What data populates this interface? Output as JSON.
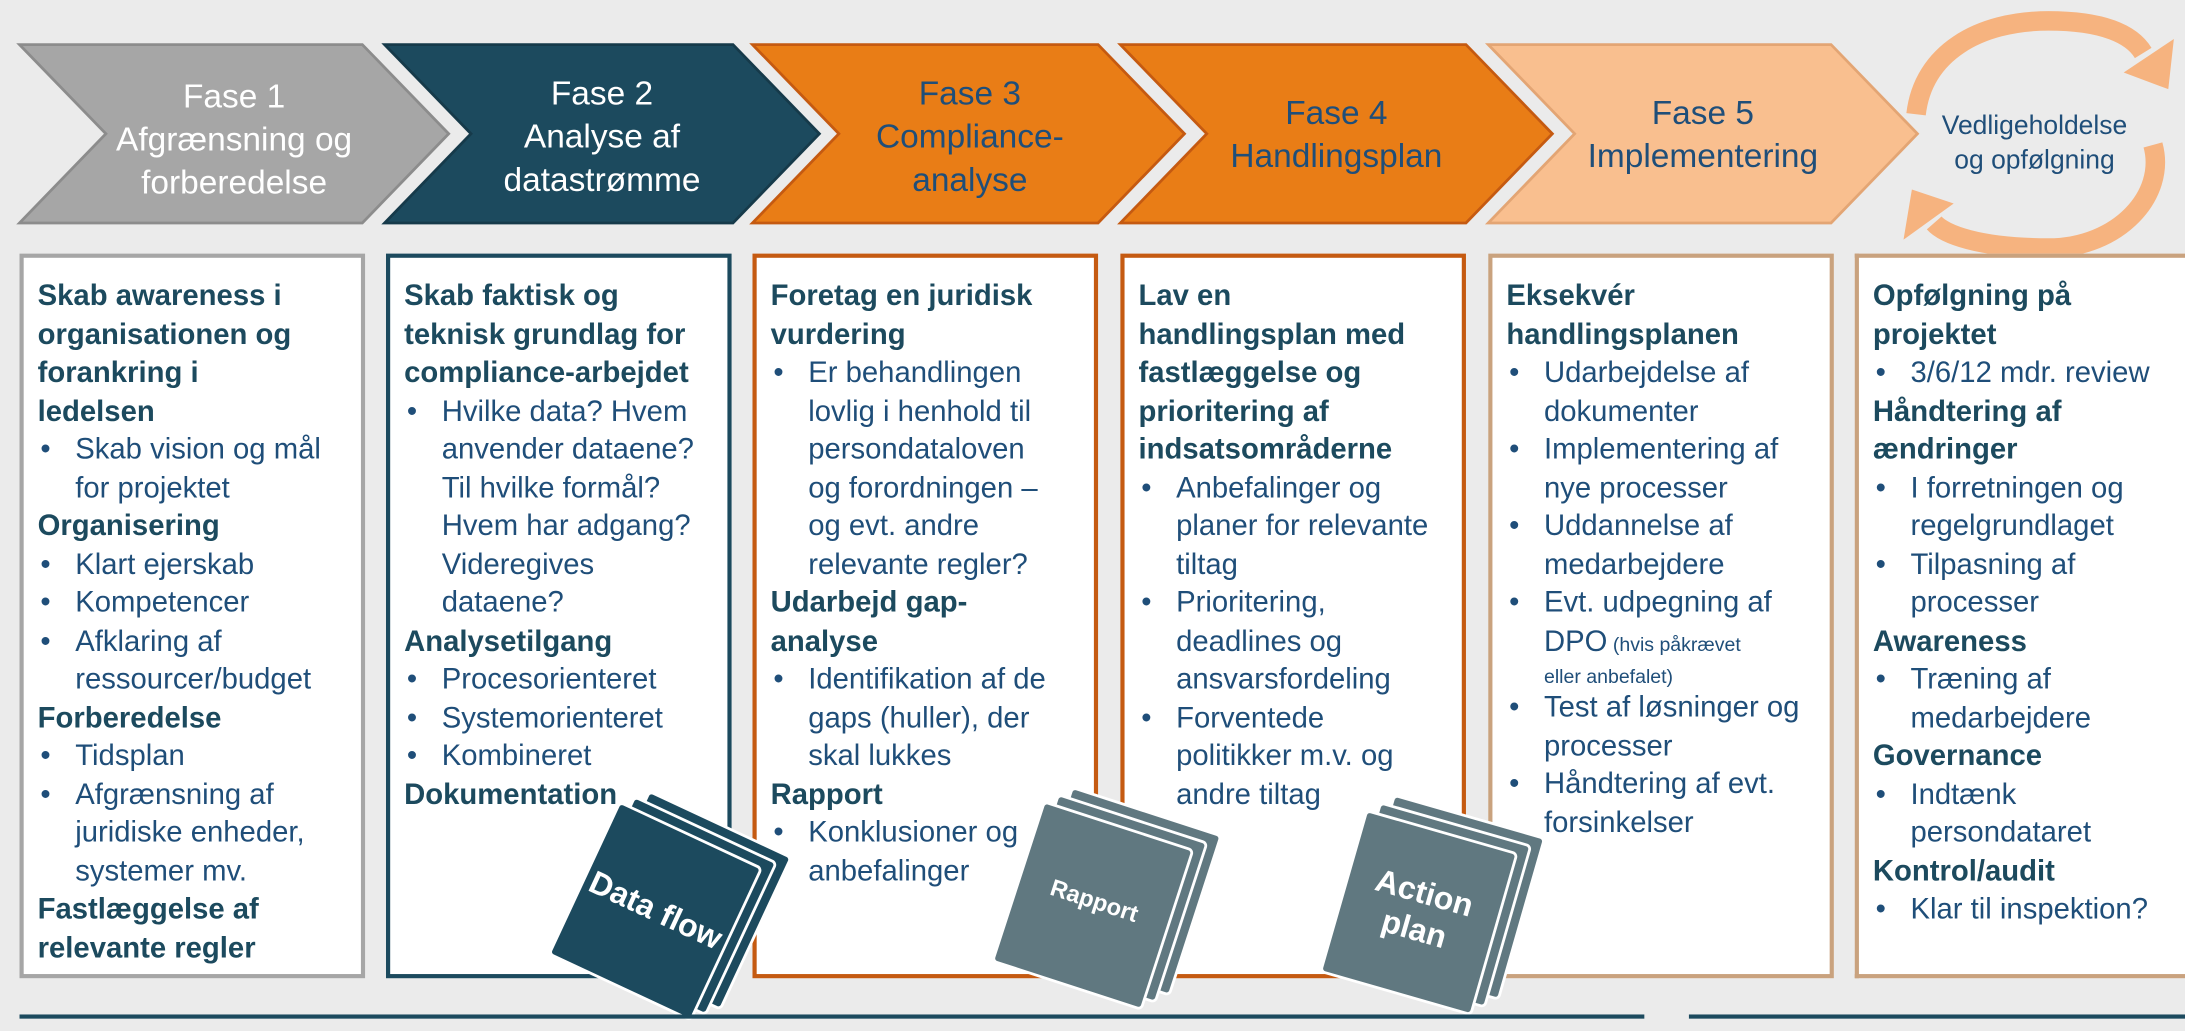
{
  "phases": [
    {
      "lines": [
        "Fase 1",
        "Afgrænsning og",
        "forberedelse"
      ],
      "color": "#a6a6a6"
    },
    {
      "lines": [
        "Fase 2",
        "Analyse af",
        "datastrømme"
      ],
      "color": "#1c4a5e"
    },
    {
      "lines": [
        "Fase 3",
        "Compliance-",
        "analyse"
      ],
      "color": "#e97d16"
    },
    {
      "lines": [
        "Fase 4",
        "Handlingsplan"
      ],
      "color": "#e97d16"
    },
    {
      "lines": [
        "Fase 5",
        "Implementering"
      ],
      "color": "#f9bf8f"
    },
    {
      "lines": [
        "Vedligeholdelse",
        "og opfølgning"
      ],
      "color": "#f9bf8f"
    }
  ],
  "columns": [
    {
      "border_color": "#a6a6a6",
      "items": [
        {
          "type": "heading",
          "text": "Skab awareness i"
        },
        {
          "type": "heading",
          "text": "organisationen og"
        },
        {
          "type": "heading",
          "text": "forankring i"
        },
        {
          "type": "heading",
          "text": "ledelsen"
        },
        {
          "type": "bullet",
          "lines": [
            "Skab vision og mål",
            "for projektet"
          ]
        },
        {
          "type": "heading",
          "text": "Organisering"
        },
        {
          "type": "bullet",
          "lines": [
            "Klart ejerskab"
          ]
        },
        {
          "type": "bullet",
          "lines": [
            "Kompetencer"
          ]
        },
        {
          "type": "bullet",
          "lines": [
            "Afklaring af",
            "ressourcer/budget"
          ]
        },
        {
          "type": "heading",
          "text": "Forberedelse"
        },
        {
          "type": "bullet",
          "lines": [
            "Tidsplan"
          ]
        },
        {
          "type": "bullet",
          "lines": [
            "Afgrænsning af",
            "juridiske enheder,",
            "systemer mv."
          ]
        },
        {
          "type": "heading",
          "text": "Fastlæggelse af"
        },
        {
          "type": "heading",
          "text": "relevante regler"
        }
      ]
    },
    {
      "border_color": "#1c4a5e",
      "items": [
        {
          "type": "heading",
          "text": "Skab faktisk og"
        },
        {
          "type": "heading",
          "text": "teknisk grundlag for"
        },
        {
          "type": "heading",
          "text": "compliance-arbejdet"
        },
        {
          "type": "bullet",
          "lines": [
            "Hvilke data? Hvem",
            "anvender dataene?",
            "Til hvilke formål?",
            "Hvem har adgang?",
            "Videregives",
            "dataene?"
          ]
        },
        {
          "type": "heading",
          "text": "Analysetilgang"
        },
        {
          "type": "bullet",
          "lines": [
            "Procesorienteret"
          ]
        },
        {
          "type": "bullet",
          "lines": [
            "Systemorienteret"
          ]
        },
        {
          "type": "bullet",
          "lines": [
            "Kombineret"
          ]
        },
        {
          "type": "heading",
          "text": "Dokumentation"
        }
      ]
    },
    {
      "border_color": "#c55a11",
      "items": [
        {
          "type": "heading",
          "text": "Foretag en juridisk"
        },
        {
          "type": "heading",
          "text": "vurdering"
        },
        {
          "type": "bullet",
          "lines": [
            "Er behandlingen",
            "lovlig i henhold til",
            "persondataloven",
            "og forordningen –",
            "og evt. andre",
            "relevante regler?"
          ]
        },
        {
          "type": "heading",
          "text": "Udarbejd gap-"
        },
        {
          "type": "heading",
          "text": "analyse"
        },
        {
          "type": "bullet",
          "lines": [
            "Identifikation af de",
            "gaps (huller), der",
            "skal lukkes"
          ]
        },
        {
          "type": "heading",
          "text": "Rapport"
        },
        {
          "type": "bullet",
          "lines": [
            "Konklusioner og",
            "anbefalinger"
          ]
        }
      ]
    },
    {
      "border_color": "#c55a11",
      "items": [
        {
          "type": "heading",
          "text": "Lav en"
        },
        {
          "type": "heading",
          "text": "handlingsplan med"
        },
        {
          "type": "heading",
          "text": "fastlæggelse og"
        },
        {
          "type": "heading",
          "text": "prioritering af"
        },
        {
          "type": "heading",
          "text": "indsatsområderne"
        },
        {
          "type": "bullet",
          "lines": [
            "Anbefalinger og",
            "planer for relevante",
            "tiltag"
          ]
        },
        {
          "type": "bullet",
          "lines": [
            "Prioritering,",
            "deadlines og",
            "ansvarsfordeling"
          ]
        },
        {
          "type": "bullet",
          "lines": [
            "Forventede",
            "politikker m.v. og",
            "andre tiltag"
          ]
        }
      ]
    },
    {
      "border_color": "#c9a27e",
      "items": [
        {
          "type": "heading",
          "text": "Eksekvér"
        },
        {
          "type": "heading",
          "text": "handlingsplanen"
        },
        {
          "type": "bullet",
          "lines": [
            "Udarbejdelse af",
            "dokumenter"
          ]
        },
        {
          "type": "bullet",
          "lines": [
            "Implementering af",
            "nye processer"
          ]
        },
        {
          "type": "bullet",
          "lines": [
            "Uddannelse af",
            "medarbejdere"
          ]
        },
        {
          "type": "bullet",
          "lines": [
            "Evt. udpegning af"
          ],
          "rich": {
            "main": "DPO",
            "small": " (hvis påkrævet",
            "small2": "eller anbefalet)"
          }
        },
        {
          "type": "bullet",
          "lines": [
            "Test af løsninger og",
            "processer"
          ]
        },
        {
          "type": "bullet",
          "lines": [
            "Håndtering af evt.",
            "forsinkelser"
          ]
        }
      ]
    },
    {
      "border_color": "#c9a27e",
      "items": [
        {
          "type": "heading",
          "text": "Opfølgning på"
        },
        {
          "type": "heading",
          "text": "projektet"
        },
        {
          "type": "bullet",
          "lines": [
            "3/6/12 mdr. review"
          ]
        },
        {
          "type": "heading",
          "text": "Håndtering af"
        },
        {
          "type": "heading",
          "text": "ændringer"
        },
        {
          "type": "bullet",
          "lines": [
            "I forretningen og",
            "regelgrundlaget"
          ]
        },
        {
          "type": "bullet",
          "lines": [
            "Tilpasning af",
            "processer"
          ]
        },
        {
          "type": "heading",
          "text": "Awareness"
        },
        {
          "type": "bullet",
          "lines": [
            "Træning af",
            "medarbejdere"
          ]
        },
        {
          "type": "heading",
          "text": "Governance"
        },
        {
          "type": "bullet",
          "lines": [
            "Indtænk",
            "persondataret"
          ]
        },
        {
          "type": "heading",
          "text": "Kontrol/audit"
        },
        {
          "type": "bullet",
          "lines": [
            "Klar til inspektion?"
          ]
        }
      ]
    }
  ],
  "documents": [
    {
      "lines": [
        "Data flow"
      ],
      "color": "#1c4a5e"
    },
    {
      "lines": [
        "Rapport"
      ],
      "color": "#607880"
    },
    {
      "lines": [
        "Action",
        "plan"
      ],
      "color": "#607880"
    }
  ],
  "colors": {
    "cycle_arrow": "#f6b37f",
    "baseline": "#1c4a5e"
  }
}
